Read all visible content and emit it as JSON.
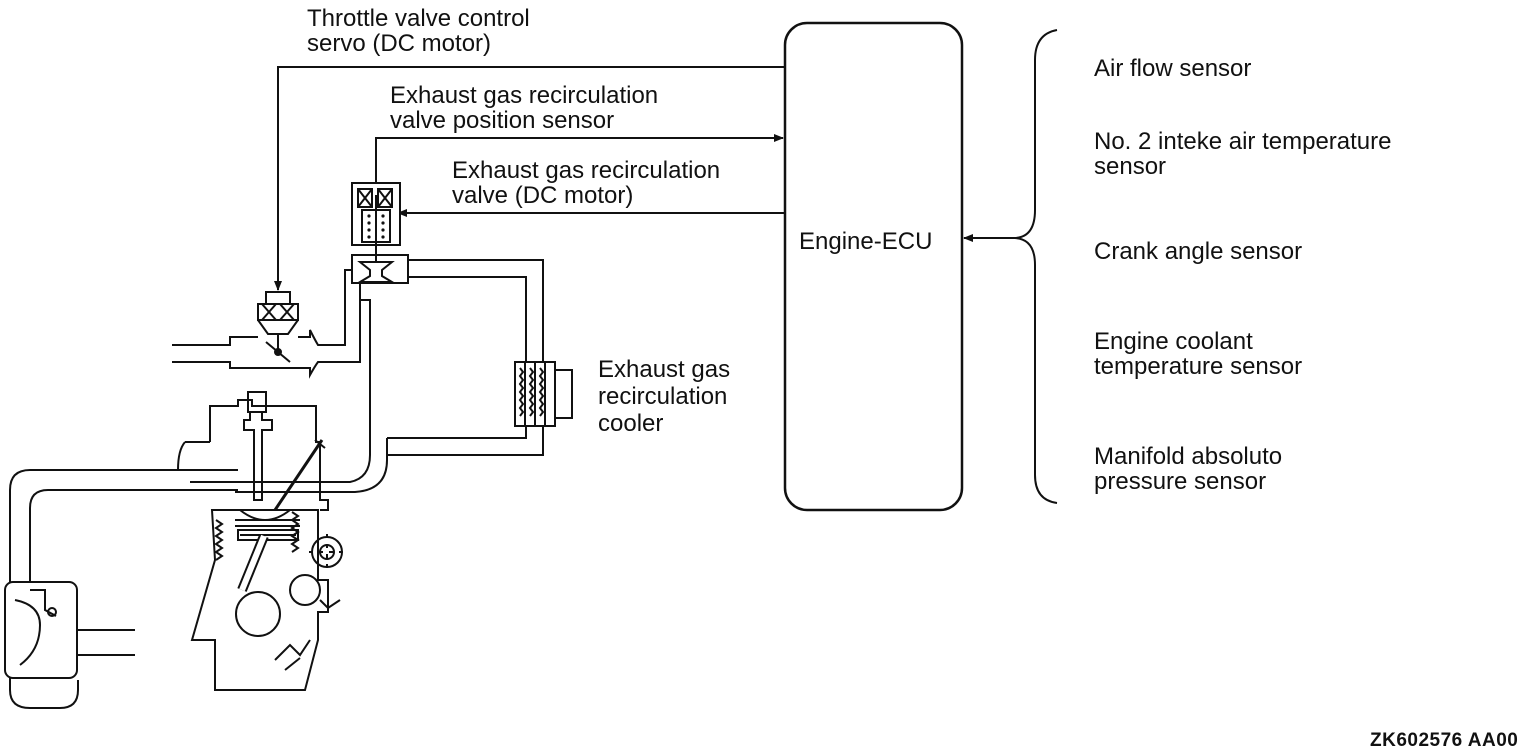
{
  "labels": {
    "throttle_servo": [
      "Throttle valve control",
      "servo (DC motor)"
    ],
    "egr_position_sensor": [
      "Exhaust gas recirculation",
      "valve position sensor"
    ],
    "egr_valve_motor": [
      "Exhaust gas recirculation",
      "valve (DC motor)"
    ],
    "egr_cooler": [
      "Exhaust gas",
      "recirculation",
      "cooler"
    ],
    "ecu": "Engine-ECU"
  },
  "sensors": [
    {
      "id": "air-flow-sensor",
      "lines": [
        "Air flow sensor"
      ]
    },
    {
      "id": "intake-air-temp-sensor",
      "lines": [
        "No. 2 inteke air temperature",
        "sensor"
      ]
    },
    {
      "id": "crank-angle-sensor",
      "lines": [
        "Crank angle sensor"
      ]
    },
    {
      "id": "coolant-temp-sensor",
      "lines": [
        "Engine coolant",
        "temperature sensor"
      ]
    },
    {
      "id": "map-sensor",
      "lines": [
        "Manifold absoluto",
        "pressure sensor"
      ]
    }
  ],
  "figure_code": "ZK602576 AA00"
}
